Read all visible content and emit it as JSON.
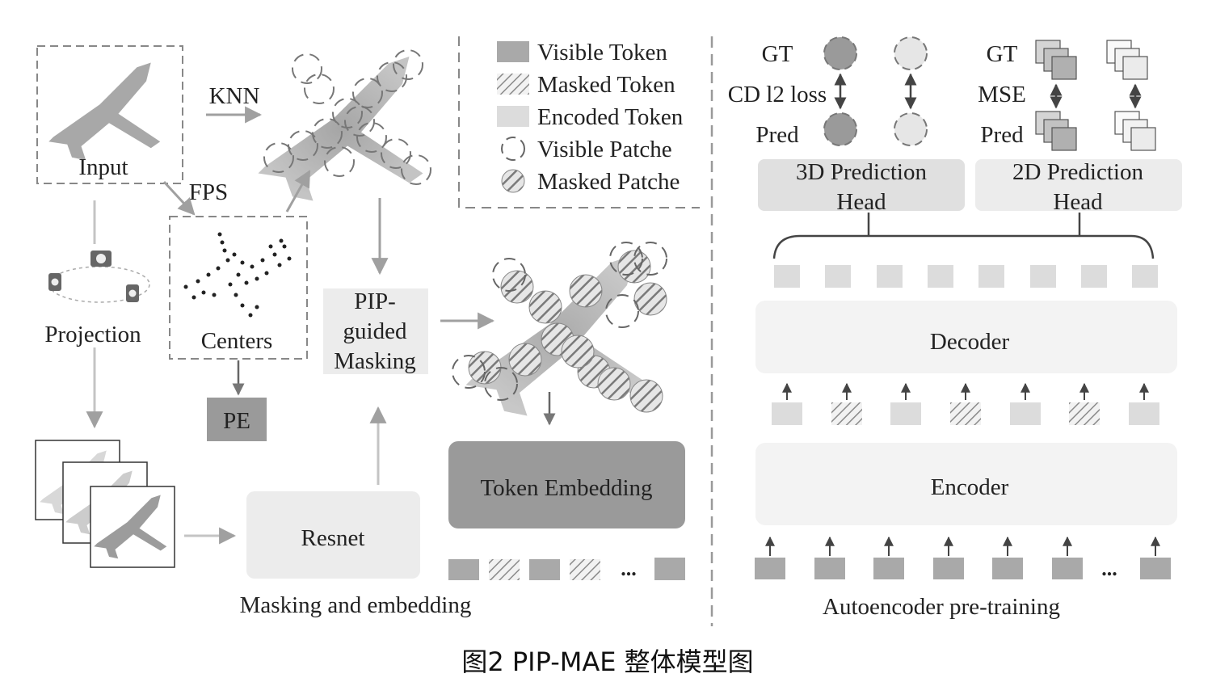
{
  "left_panel": {
    "input_label": "Input",
    "knn_label": "KNN",
    "fps_label": "FPS",
    "centers_label": "Centers",
    "projection_label": "Projection",
    "pe_label": "PE",
    "pip_masking_lines": [
      "PIP-",
      "guided",
      "Masking"
    ],
    "resnet_label": "Resnet",
    "token_embedding_label": "Token Embedding",
    "ellipsis": "...",
    "section_caption": "Masking and embedding"
  },
  "legend": {
    "items": [
      {
        "label": "Visible Token"
      },
      {
        "label": "Masked Token"
      },
      {
        "label": "Encoded Token"
      },
      {
        "label": "Visible Patche"
      },
      {
        "label": "Masked Patche"
      }
    ]
  },
  "right_panel": {
    "gt_3d": "GT",
    "loss_3d": "CD l2 loss",
    "pred_3d": "Pred",
    "gt_2d": "GT",
    "loss_2d": "MSE",
    "pred_2d": "Pred",
    "head_3d_lines": [
      "3D Prediction",
      "Head"
    ],
    "head_2d_lines": [
      "2D Prediction",
      "Head"
    ],
    "decoder_label": "Decoder",
    "encoder_label": "Encoder",
    "ellipsis": "...",
    "section_caption": "Autoencoder pre-training"
  },
  "figure_caption": "图2  PIP-MAE 整体模型图",
  "colors": {
    "visible_token": "#a9a9a9",
    "encoded_token": "#dcdcdc",
    "box_light": "#ececec",
    "box_dark": "#9a9a9a"
  }
}
